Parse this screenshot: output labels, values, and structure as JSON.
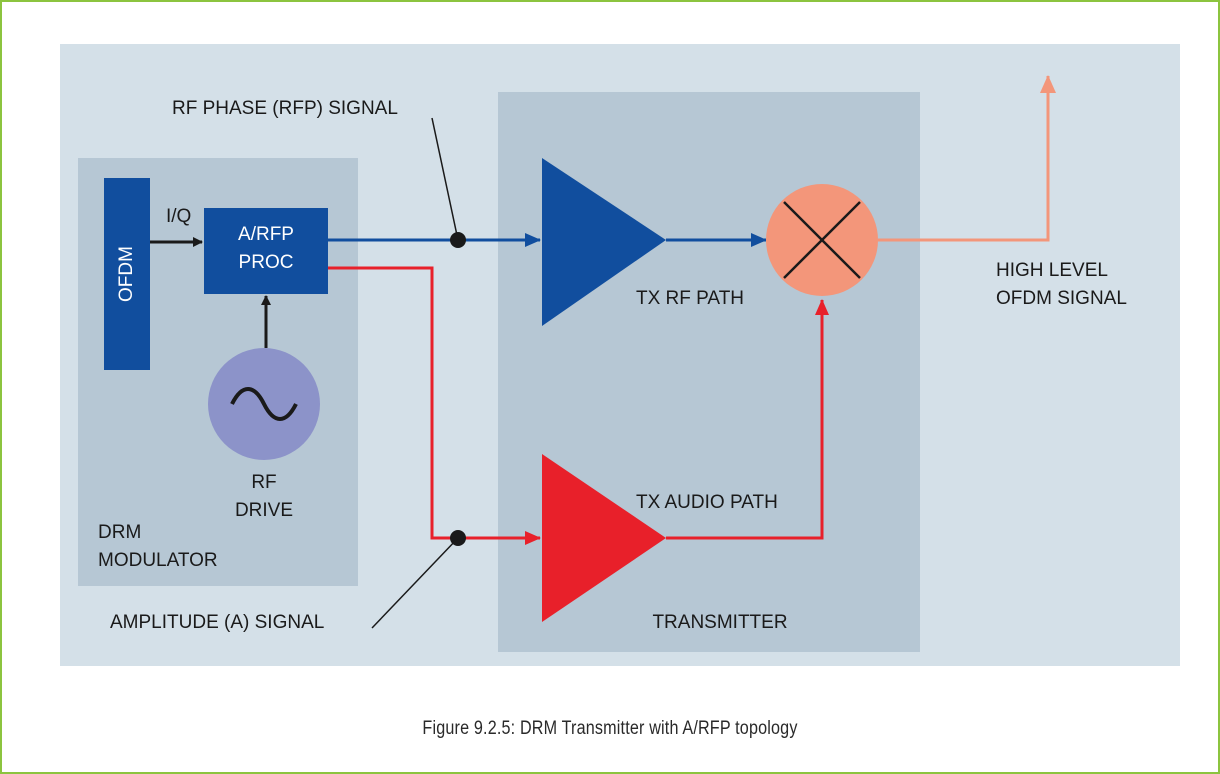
{
  "diagram": {
    "labels": {
      "ofdm": "OFDM",
      "iq": "I/Q",
      "arfp_line1": "A/RFP",
      "arfp_line2": "PROC",
      "rf_drive_line1": "RF",
      "rf_drive_line2": "DRIVE",
      "drm_modulator_line1": "DRM",
      "drm_modulator_line2": "MODULATOR",
      "rf_phase_signal": "RF PHASE (RFP) SIGNAL",
      "amplitude_signal": "AMPLITUDE (A) SIGNAL",
      "tx_rf_path": "TX RF PATH",
      "tx_audio_path": "TX AUDIO PATH",
      "transmitter": "TRANSMITTER",
      "high_level_line1": "HIGH LEVEL",
      "high_level_line2": "OFDM SIGNAL",
      "oscillator_symbol": "~"
    },
    "colors": {
      "outer_bg": "#d4e0e8",
      "block_bg": "#b6c7d4",
      "blue": "#114e9e",
      "red": "#e8202a",
      "orange": "#f3967a",
      "oscillator": "#8c93c9",
      "border_green": "#8cc43f"
    }
  },
  "caption": "Figure 9.2.5: DRM Transmitter with A/RFP topology"
}
